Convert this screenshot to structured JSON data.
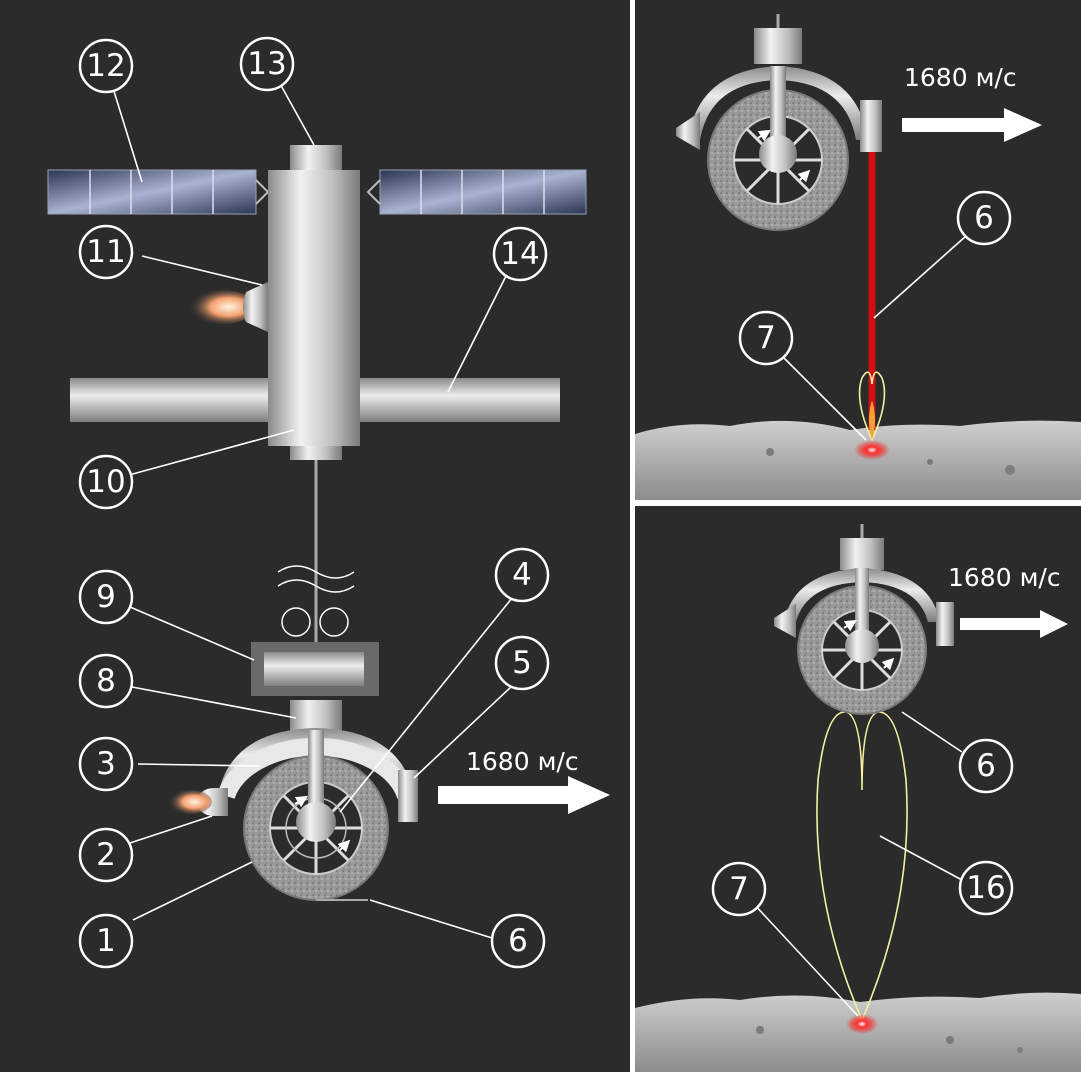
{
  "callouts": {
    "c1": "1",
    "c2": "2",
    "c3": "3",
    "c4": "4",
    "c5": "5",
    "c6a": "6",
    "c6b": "6",
    "c6c": "6",
    "c7a": "7",
    "c7b": "7",
    "c8": "8",
    "c9": "9",
    "c10": "10",
    "c11": "11",
    "c12": "12",
    "c13": "13",
    "c14": "14",
    "c16": "16"
  },
  "speed_labels": {
    "main": "1680 м/с",
    "top_right": "1680 м/с",
    "bottom_right": "1680 м/с"
  },
  "colors": {
    "background": "#2b2b2b",
    "divider": "#ffffff",
    "metal": "#c8c8c8",
    "laser": "#d01010",
    "lunar_surface": "#a8a8a8",
    "plume": "#f4f0a0",
    "exhaust": "#f0a070"
  }
}
